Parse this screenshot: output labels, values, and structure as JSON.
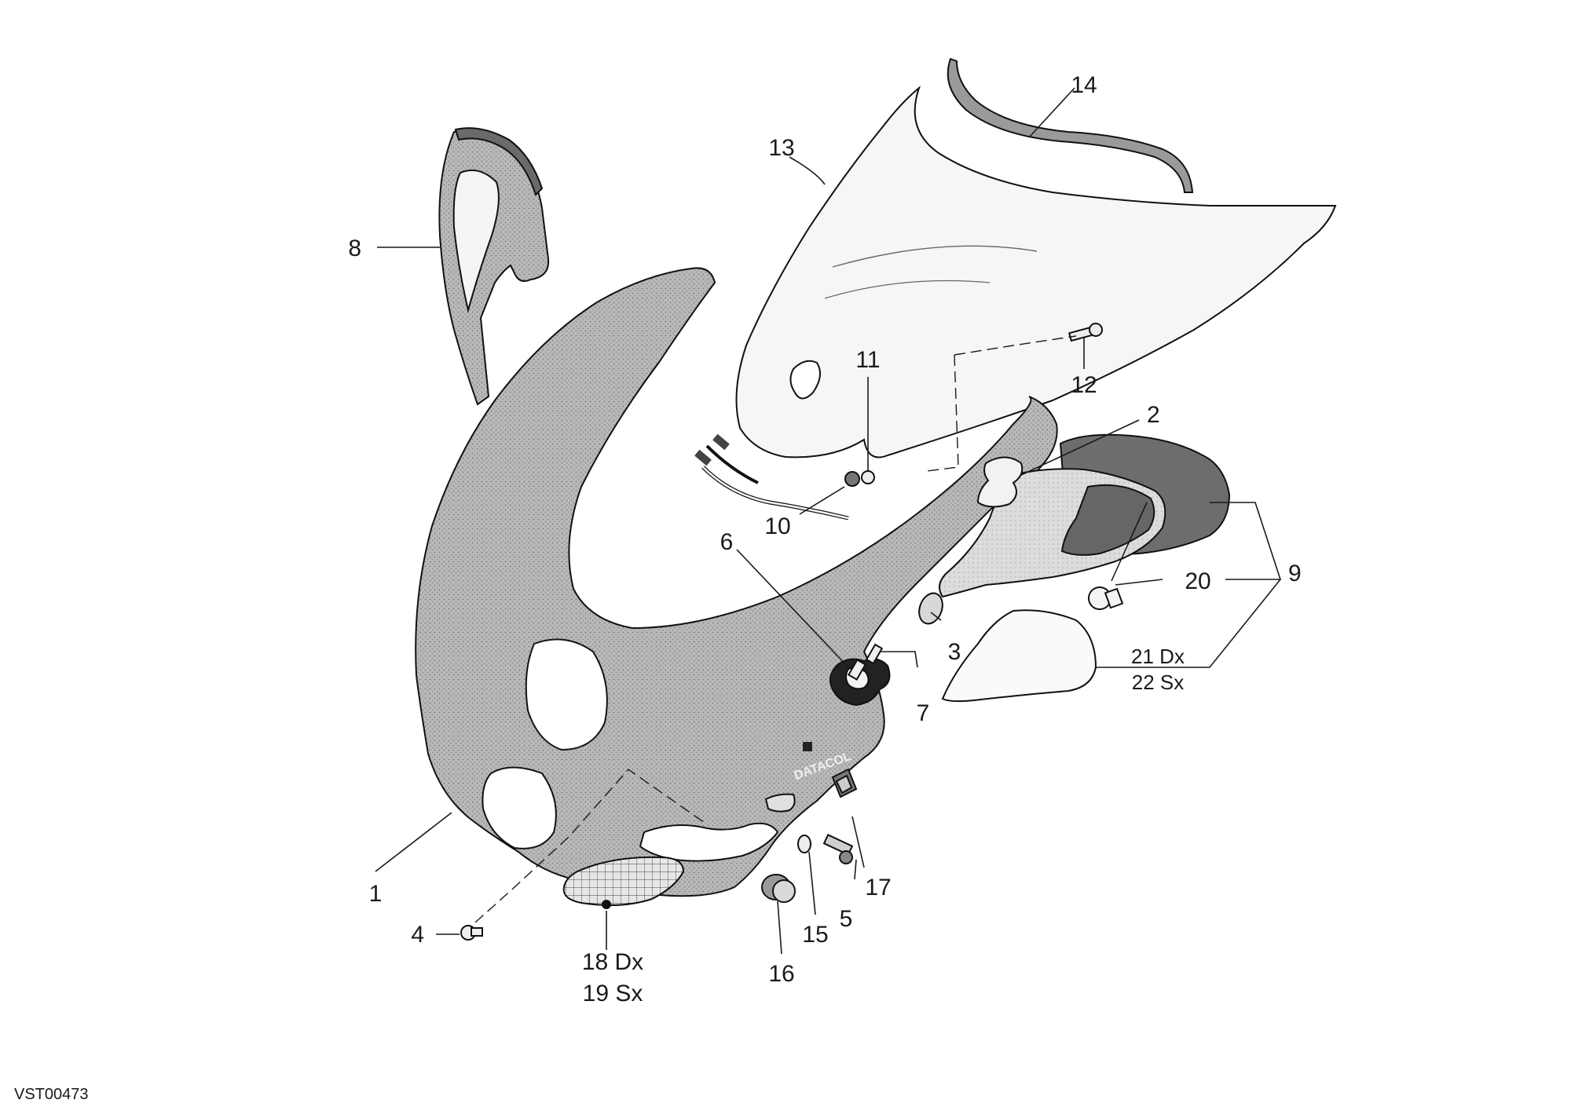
{
  "diagram": {
    "code": "VST00473",
    "callouts": [
      {
        "id": "1",
        "text": "1"
      },
      {
        "id": "2",
        "text": "2"
      },
      {
        "id": "3",
        "text": "3"
      },
      {
        "id": "4",
        "text": "4"
      },
      {
        "id": "5",
        "text": "5"
      },
      {
        "id": "6",
        "text": "6"
      },
      {
        "id": "7",
        "text": "7"
      },
      {
        "id": "8",
        "text": "8"
      },
      {
        "id": "9",
        "text": "9"
      },
      {
        "id": "10",
        "text": "10"
      },
      {
        "id": "11",
        "text": "11"
      },
      {
        "id": "12",
        "text": "12"
      },
      {
        "id": "13",
        "text": "13"
      },
      {
        "id": "14",
        "text": "14"
      },
      {
        "id": "15",
        "text": "15"
      },
      {
        "id": "16",
        "text": "16"
      },
      {
        "id": "17",
        "text": "17"
      },
      {
        "id": "18",
        "text": "18 Dx"
      },
      {
        "id": "19",
        "text": "19 Sx"
      },
      {
        "id": "20",
        "text": "20"
      },
      {
        "id": "21",
        "text": "21 Dx"
      },
      {
        "id": "22",
        "text": "22 Sx"
      }
    ],
    "fairing_text": [
      "DATACOL"
    ]
  }
}
